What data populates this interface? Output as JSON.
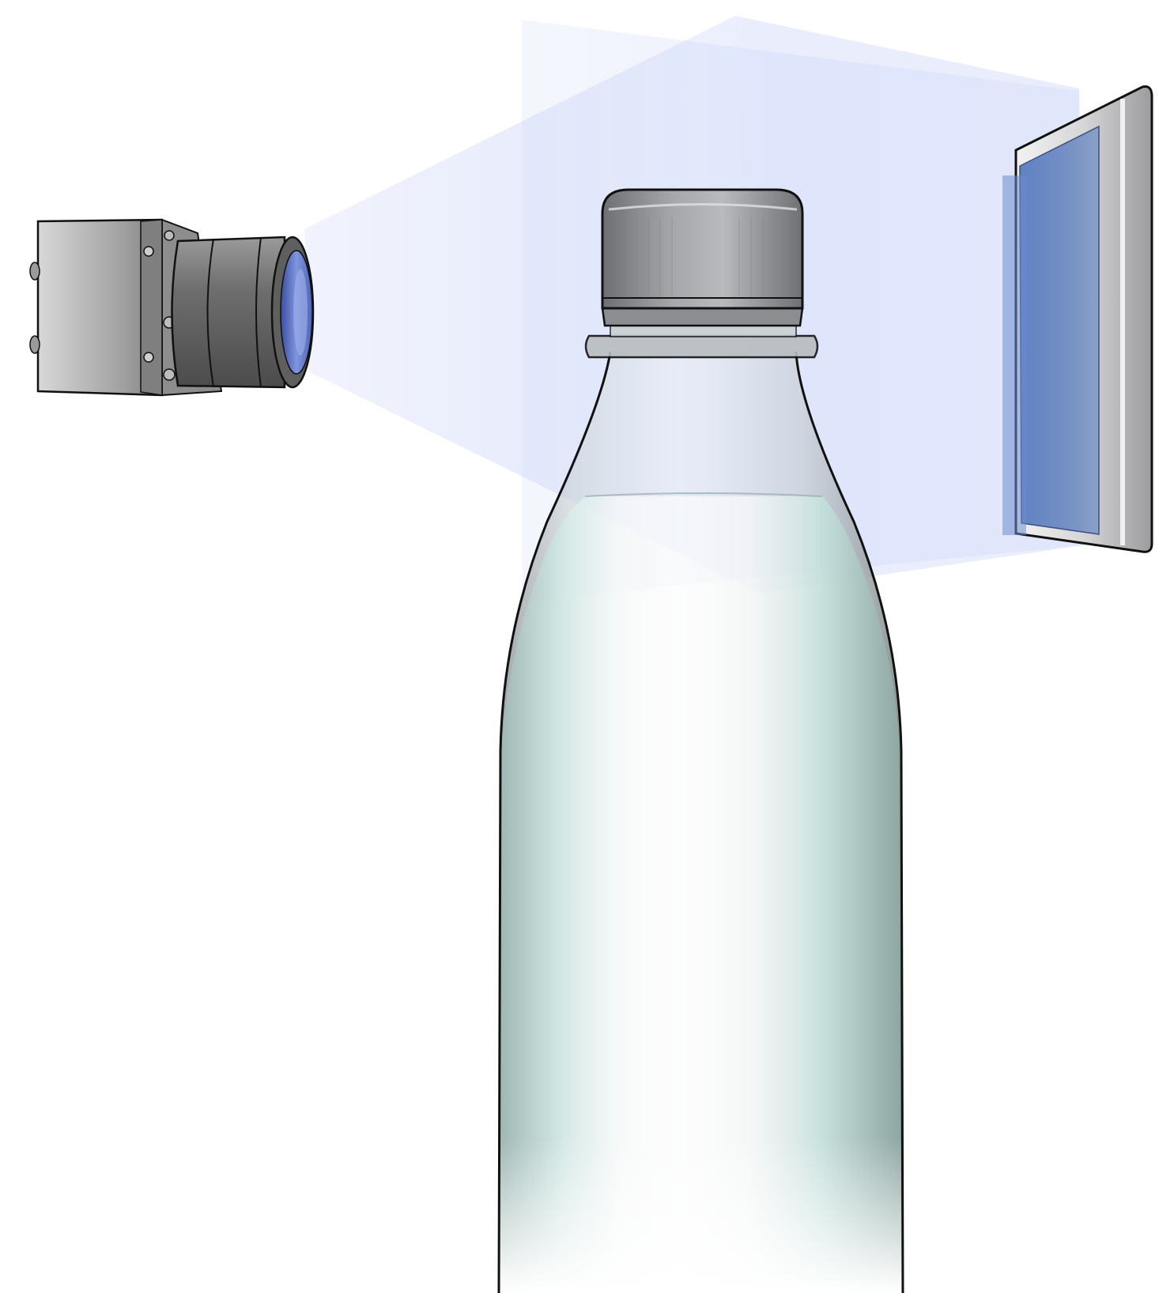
{
  "scene": {
    "components": [
      "camera",
      "lens",
      "field-of-view",
      "bottle",
      "cap",
      "liquid",
      "backlight"
    ]
  },
  "colors": {
    "background": "#ffffff",
    "light_beam": "#c9d3f7",
    "backlight_panel": "#6f8fc8",
    "backlight_frame": "#d3d4d6",
    "camera_body": "#9b9b9b",
    "lens_glass": "#5a73c7",
    "bottle_glass": "#d8dde0",
    "liquid": "#c7e6e2",
    "outline": "#111111"
  }
}
